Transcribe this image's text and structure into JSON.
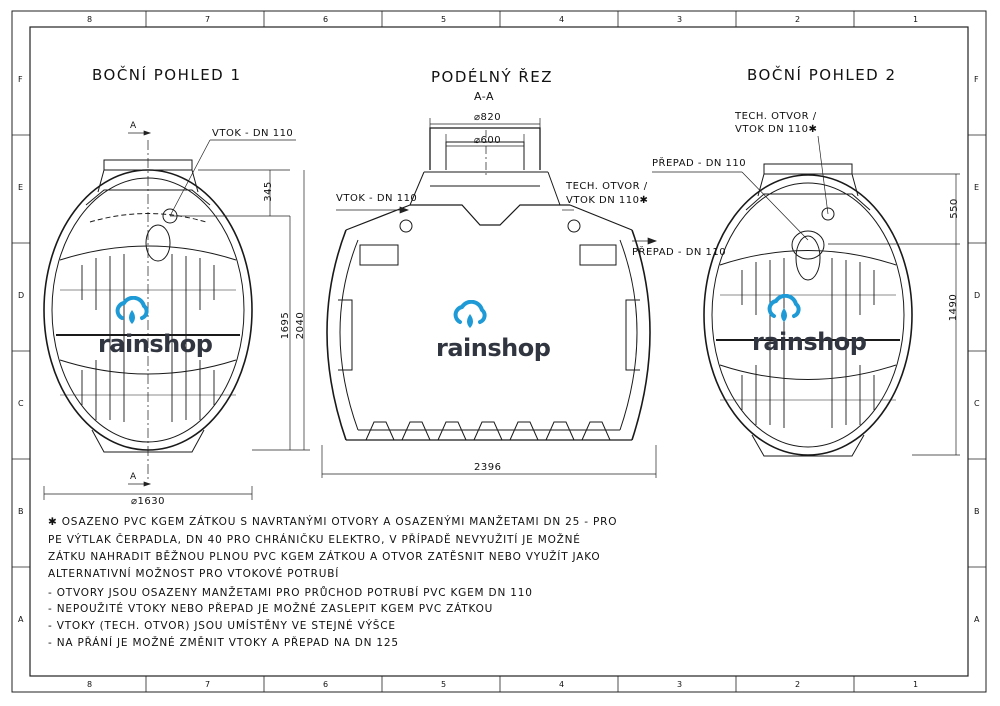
{
  "views": {
    "side1_title": "BOČNÍ POHLED 1",
    "section_title": "PODÉLNÝ ŘEZ",
    "section_subtitle": "A-A",
    "side2_title": "BOČNÍ POHLED 2"
  },
  "labels": {
    "section_marker": "A",
    "vtok": "VTOK - DN 110",
    "tech_otvor": "TECH. OTVOR /",
    "vtok_tech": "VTOK DN 110✱",
    "prepad": "PŘEPAD - DN 110"
  },
  "dimensions": {
    "d820": "⌀820",
    "d600": "⌀600",
    "h345": "345",
    "h1695": "1695",
    "h2040": "2040",
    "d1630": "⌀1630",
    "w2396": "2396",
    "h550": "550",
    "h1490": "1490"
  },
  "frame": {
    "col_labels": [
      "8",
      "7",
      "6",
      "5",
      "4",
      "3",
      "2",
      "1"
    ],
    "row_labels": [
      "F",
      "E",
      "D",
      "C",
      "B",
      "A"
    ]
  },
  "brand": {
    "name": "rainshop",
    "color": "#1e9ad6",
    "text_color": "#30353f"
  },
  "notes": {
    "star_note": [
      "✱ OSAZENO PVC KGEM ZÁTKOU S NAVRTANÝMI OTVORY A OSAZENÝMI MANŽETAMI DN 25 - PRO",
      "PE VÝTLAK ČERPADLA, DN 40 PRO CHRÁNIČKU ELEKTRO, V PŘÍPADĚ NEVYUŽITÍ JE MOŽNÉ",
      "ZÁTKU NAHRADIT BĚŽNOU PLNOU PVC KGEM ZÁTKOU A OTVOR ZATĚSNIT NEBO VYUŽÍT JAKO",
      "ALTERNATIVNÍ MOŽNOST PRO VTOKOVÉ POTRUBÍ"
    ],
    "bullets": [
      "- OTVORY JSOU OSAZENY MANŽETAMI PRO PRŮCHOD POTRUBÍ PVC KGEM DN 110",
      "- NEPOUŽITÉ VTOKY NEBO PŘEPAD JE MOŽNÉ ZASLEPIT KGEM PVC ZÁTKOU",
      "- VTOKY (TECH. OTVOR) JSOU UMÍSTĚNY VE STEJNÉ VÝŠCE",
      "- NA PŘÁNÍ JE MOŽNÉ ZMĚNIT VTOKY A PŘEPAD NA DN 125"
    ]
  }
}
